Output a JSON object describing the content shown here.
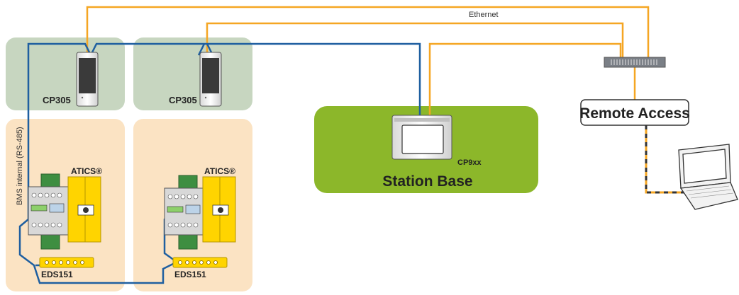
{
  "labels": {
    "ethernet": "Ethernet",
    "cp305_left": "CP305",
    "cp305_right": "CP305",
    "cp9xx": "CP9xx",
    "station_base": "Station Base",
    "remote_access": "Remote Access",
    "bms_internal": "BMS internal (RS-485)",
    "atics_left": "ATICS®",
    "atics_right": "ATICS®",
    "eds_left": "EDS151",
    "eds_right": "EDS151"
  },
  "colors": {
    "ethernet_cable": "#f5a623",
    "bms_cable": "#1f5fa0",
    "cp305_panel": "#c7d6c0",
    "device_panel": "#fbe3c3",
    "station_base": "#8cb72a",
    "device_yellow": "#ffd400",
    "terminal_green": "#3e8e41"
  },
  "icons": [
    "switch-icon",
    "laptop-icon",
    "touch-panel-icon",
    "atics-device-icon",
    "eds151-bus-icon"
  ]
}
